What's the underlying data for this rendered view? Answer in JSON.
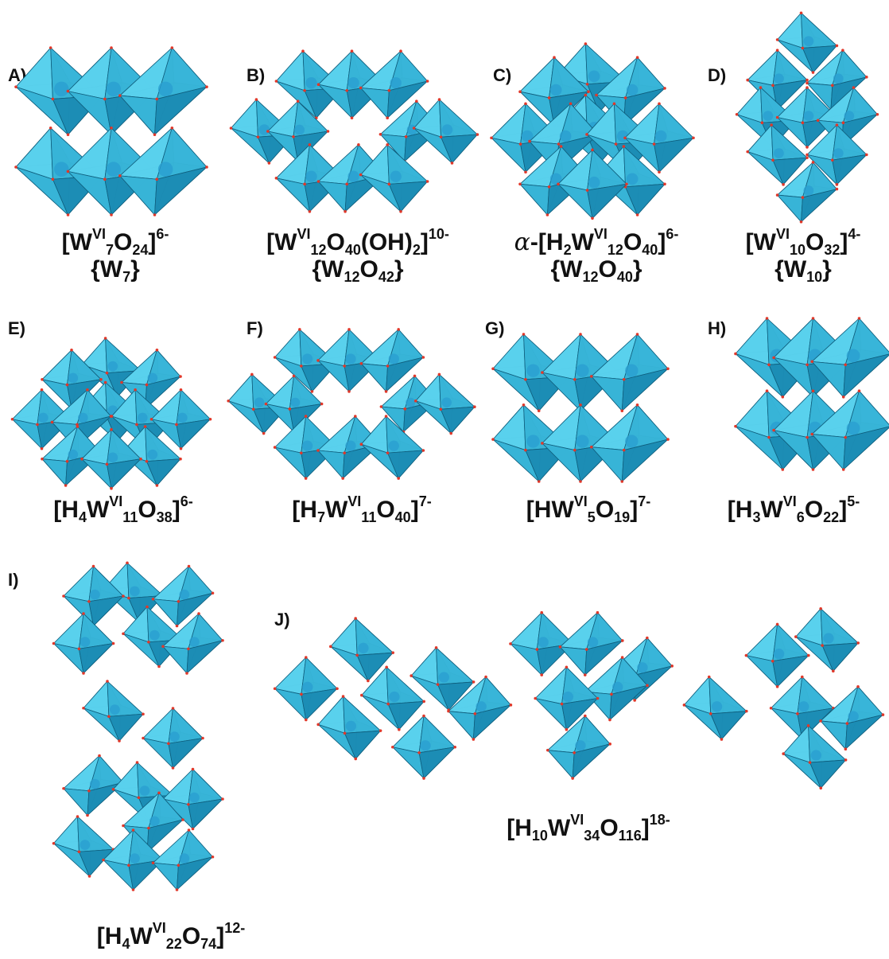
{
  "colors": {
    "face_light": "#5cd3ef",
    "face_mid": "#38b5d8",
    "face_dark": "#1c8db5",
    "edge": "#0f5f7e",
    "vertex": "#e0382a",
    "atom": "#2a9ed0"
  },
  "panels": [
    {
      "id": "A",
      "label": "A)",
      "formula": {
        "pre": "[W",
        "sup1": "VI",
        "sub1": "7",
        "mid": "O",
        "sub2": "24",
        "post": "]",
        "charge": "6-"
      },
      "short": {
        "text": "{W",
        "sub": "7",
        "close": "}"
      }
    },
    {
      "id": "B",
      "label": "B)",
      "formula": {
        "pre": "[W",
        "sup1": "VI",
        "sub1": "12",
        "mid": "O",
        "sub2": "40",
        "post": "(OH)",
        "sub3": "2",
        "end": "]",
        "charge": "10-"
      },
      "short": {
        "text": "{W",
        "sub": "12",
        "mid": "O",
        "sub2": "42",
        "close": "}"
      }
    },
    {
      "id": "C",
      "label": "C)",
      "formula": {
        "prefix": "α",
        "dash": "-[H",
        "sub0": "2",
        "w": "W",
        "sup1": "VI",
        "sub1": "12",
        "mid": "O",
        "sub2": "40",
        "post": "]",
        "charge": "6-"
      },
      "short": {
        "text": "{W",
        "sub": "12",
        "mid": "O",
        "sub2": "40",
        "close": "}"
      }
    },
    {
      "id": "D",
      "label": "D)",
      "formula": {
        "pre": "[W",
        "sup1": "VI",
        "sub1": "10",
        "mid": "O",
        "sub2": "32",
        "post": "]",
        "charge": "4-"
      },
      "short": {
        "text": "{W",
        "sub": "10",
        "close": "}"
      }
    },
    {
      "id": "E",
      "label": "E)",
      "formula": {
        "pre": "[H",
        "sub0": "4",
        "w": "W",
        "sup1": "VI",
        "sub1": "11",
        "mid": "O",
        "sub2": "38",
        "post": "]",
        "charge": "6-"
      }
    },
    {
      "id": "F",
      "label": "F)",
      "formula": {
        "pre": "[H",
        "sub0": "7",
        "w": "W",
        "sup1": "VI",
        "sub1": "11",
        "mid": "O",
        "sub2": "40",
        "post": "]",
        "charge": "7-"
      }
    },
    {
      "id": "G",
      "label": "G)",
      "formula": {
        "pre": "[HW",
        "sup1": "VI",
        "sub1": "5",
        "mid": "O",
        "sub2": "19",
        "post": "]",
        "charge": "7-"
      }
    },
    {
      "id": "H",
      "label": "H)",
      "formula": {
        "pre": "[H",
        "sub0": "3",
        "w": "W",
        "sup1": "VI",
        "sub1": "6",
        "mid": "O",
        "sub2": "22",
        "post": "]",
        "charge": "5-"
      }
    },
    {
      "id": "I",
      "label": "I)",
      "formula": {
        "pre": "[H",
        "sub0": "4",
        "w": "W",
        "sup1": "VI",
        "sub1": "22",
        "mid": "O",
        "sub2": "74",
        "post": "]",
        "charge": "12-"
      }
    },
    {
      "id": "J",
      "label": "J)",
      "formula": {
        "pre": "[H",
        "sub0": "10",
        "w": "W",
        "sup1": "VI",
        "sub1": "34",
        "mid": "O",
        "sub2": "116",
        "post": "]",
        "charge": "18-"
      }
    }
  ]
}
